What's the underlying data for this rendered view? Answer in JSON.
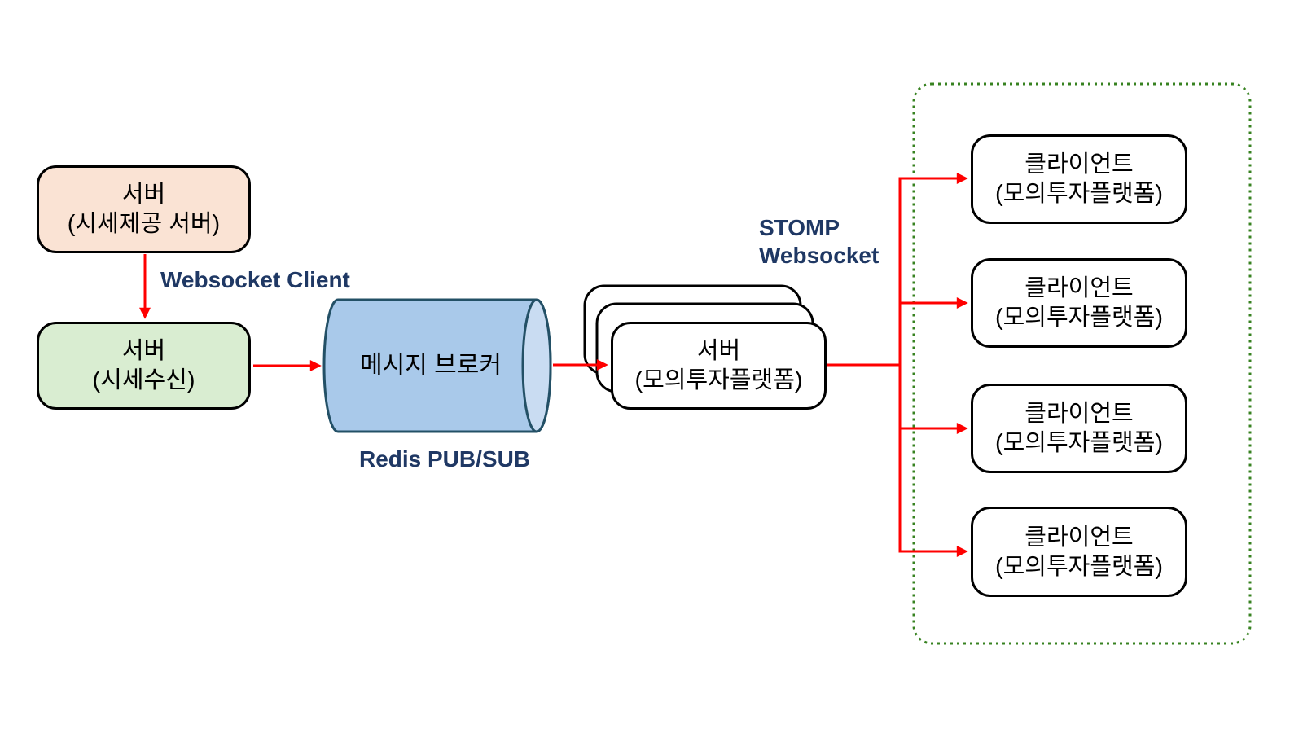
{
  "nodes": {
    "provider_server": {
      "line1": "서버",
      "line2": "(시세제공 서버)"
    },
    "receiver_server": {
      "line1": "서버",
      "line2": "(시세수신)"
    },
    "message_broker": {
      "label": "메시지 브로커"
    },
    "platform_server": {
      "line1": "서버",
      "line2": "(모의투자플랫폼)"
    },
    "clients": [
      {
        "line1": "클라이언트",
        "line2": "(모의투자플랫폼)"
      },
      {
        "line1": "클라이언트",
        "line2": "(모의투자플랫폼)"
      },
      {
        "line1": "클라이언트",
        "line2": "(모의투자플랫폼)"
      },
      {
        "line1": "클라이언트",
        "line2": "(모의투자플랫폼)"
      }
    ]
  },
  "labels": {
    "websocket_client": "Websocket Client",
    "redis_pubsub": "Redis PUB/SUB",
    "stomp": {
      "line1": "STOMP",
      "line2": "Websocket"
    }
  },
  "colors": {
    "arrow_red": "#FF0000",
    "label_navy": "#1F3864",
    "provider_fill": "#FAE3D4",
    "receiver_fill": "#D9EDD1",
    "cylinder_fill": "#A9C9EA",
    "cylinder_cap_fill": "#C9DCF2",
    "cylinder_stroke": "#235066",
    "cluster_border_green": "#378220",
    "box_border": "#000000",
    "box_fill": "#FFFFFF"
  }
}
